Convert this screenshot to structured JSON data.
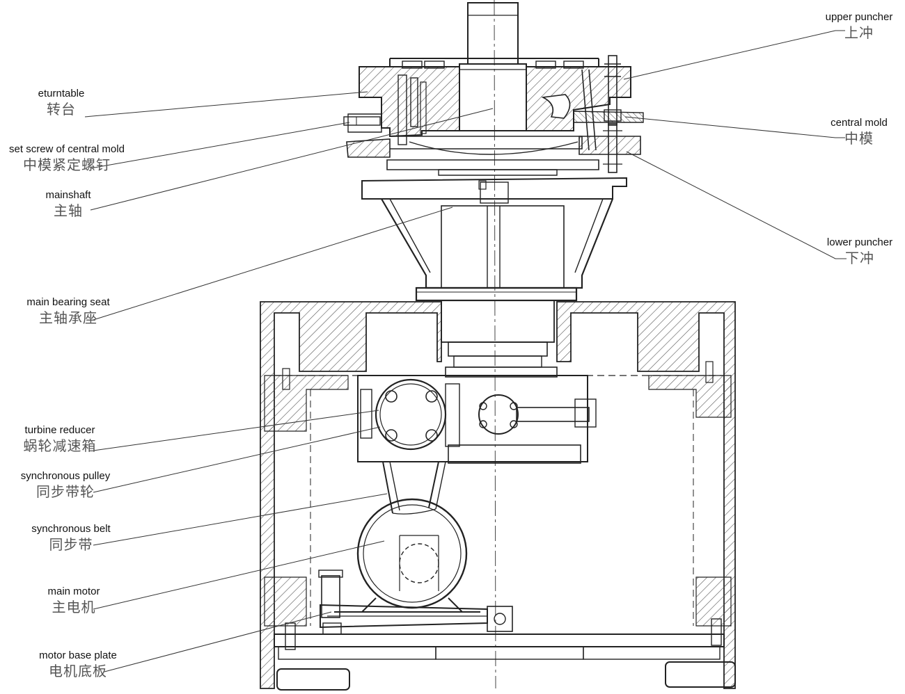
{
  "labels": [
    {
      "id": "eturntable",
      "en": "eturntable",
      "zh": "转台"
    },
    {
      "id": "set-screw",
      "en": "set screw of central mold",
      "zh": "中模紧定螺钉"
    },
    {
      "id": "mainshaft",
      "en": "mainshaft",
      "zh": "主轴"
    },
    {
      "id": "main-bearing-seat",
      "en": "main bearing seat",
      "zh": "主轴承座"
    },
    {
      "id": "turbine-reducer",
      "en": "turbine reducer",
      "zh": "蜗轮减速箱"
    },
    {
      "id": "synchronous-pulley",
      "en": "synchronous pulley",
      "zh": "同步带轮"
    },
    {
      "id": "synchronous-belt",
      "en": "synchronous belt",
      "zh": "同步带"
    },
    {
      "id": "main-motor",
      "en": "main motor",
      "zh": "主电机"
    },
    {
      "id": "motor-base-plate",
      "en": "motor base plate",
      "zh": "电机底板"
    },
    {
      "id": "upper-puncher",
      "en": "upper puncher",
      "zh": "上冲"
    },
    {
      "id": "central-mold",
      "en": "central mold",
      "zh": "中模"
    },
    {
      "id": "lower-puncher",
      "en": "lower puncher",
      "zh": "下冲"
    }
  ],
  "colors": {
    "ink": "#222222",
    "leader": "#333333",
    "hatch": "#555555"
  }
}
